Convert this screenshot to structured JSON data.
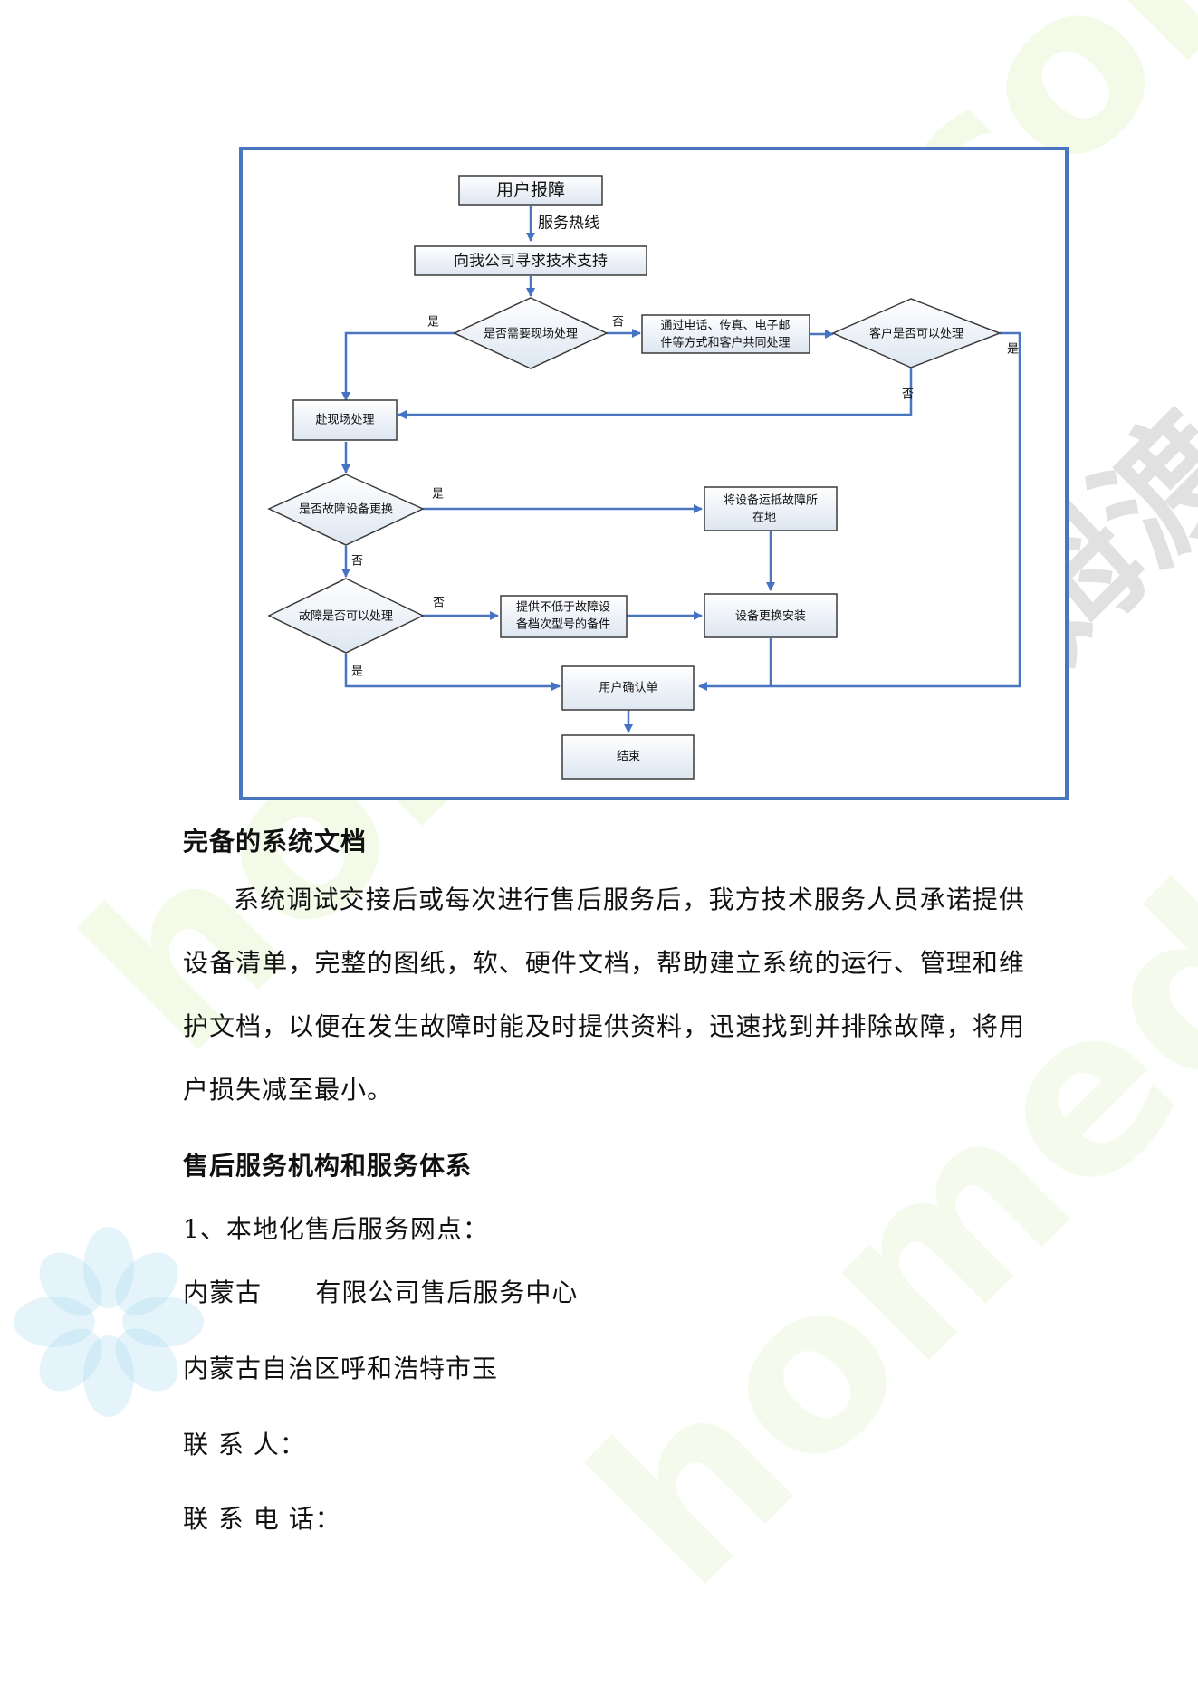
{
  "watermark": {
    "url1": "homedo.com",
    "url2": "homedo.com",
    "brand": "河姆渡"
  },
  "flowchart": {
    "nodes": {
      "report": "用户报障",
      "hotline": "服务热线",
      "seek_support": "向我公司寻求技术支持",
      "need_onsite": "是否需要现场处理",
      "remote_handling": [
        "通过电话、传真、电子邮",
        "件等方式和客户共同处理"
      ],
      "customer_can_handle": "客户是否可以处理",
      "onsite": "赴现场处理",
      "replace_device": "是否故障设备更换",
      "ship_device": [
        "将设备运抵故障所",
        "在地"
      ],
      "fault_handleable": "故障是否可以处理",
      "provide_spare": [
        "提供不低于故障设",
        "备档次型号的备件"
      ],
      "device_install": "设备更换安装",
      "confirm": "用户确认单",
      "end": "结束"
    },
    "labels": {
      "yes": "是",
      "no": "否"
    }
  },
  "doc": {
    "heading1": "完备的系统文档",
    "para1": "系统调试交接后或每次进行售后服务后，我方技术服务人员承诺提供设备清单，完整的图纸，软、硬件文档，帮助建立系统的运行、管理和维护文档，以便在发生故障时能及时提供资料，迅速找到并排除故障，将用户损失减至最小。",
    "heading2": "售后服务机构和服务体系",
    "item1": "1、本地化售后服务网点：",
    "line_company": "内蒙古      有限公司售后服务中心",
    "line_address": "内蒙古自治区呼和浩特市玉",
    "line_contact": "联 系 人：",
    "line_phone": "联 系 电 话："
  }
}
